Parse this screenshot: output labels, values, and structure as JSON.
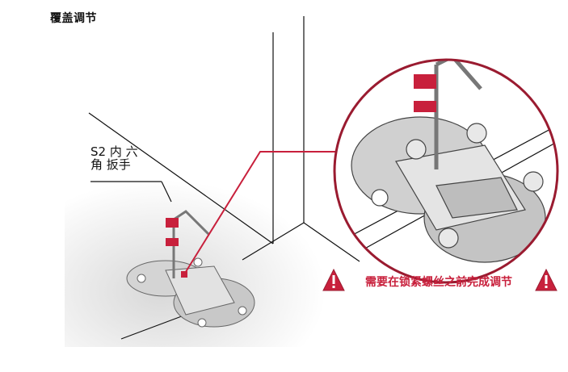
{
  "title": "覆盖调节",
  "tool_label": {
    "line1": "S2 内 六",
    "line2": "角 扳手"
  },
  "warning_text": "需要在锁紧螺丝之前完成调节",
  "icons": [
    "warning-triangle-icon",
    "rotate-arrow-icon"
  ],
  "colors": {
    "accent": "#c8203c",
    "line": "#111111",
    "metal": "#c8c8c8"
  }
}
